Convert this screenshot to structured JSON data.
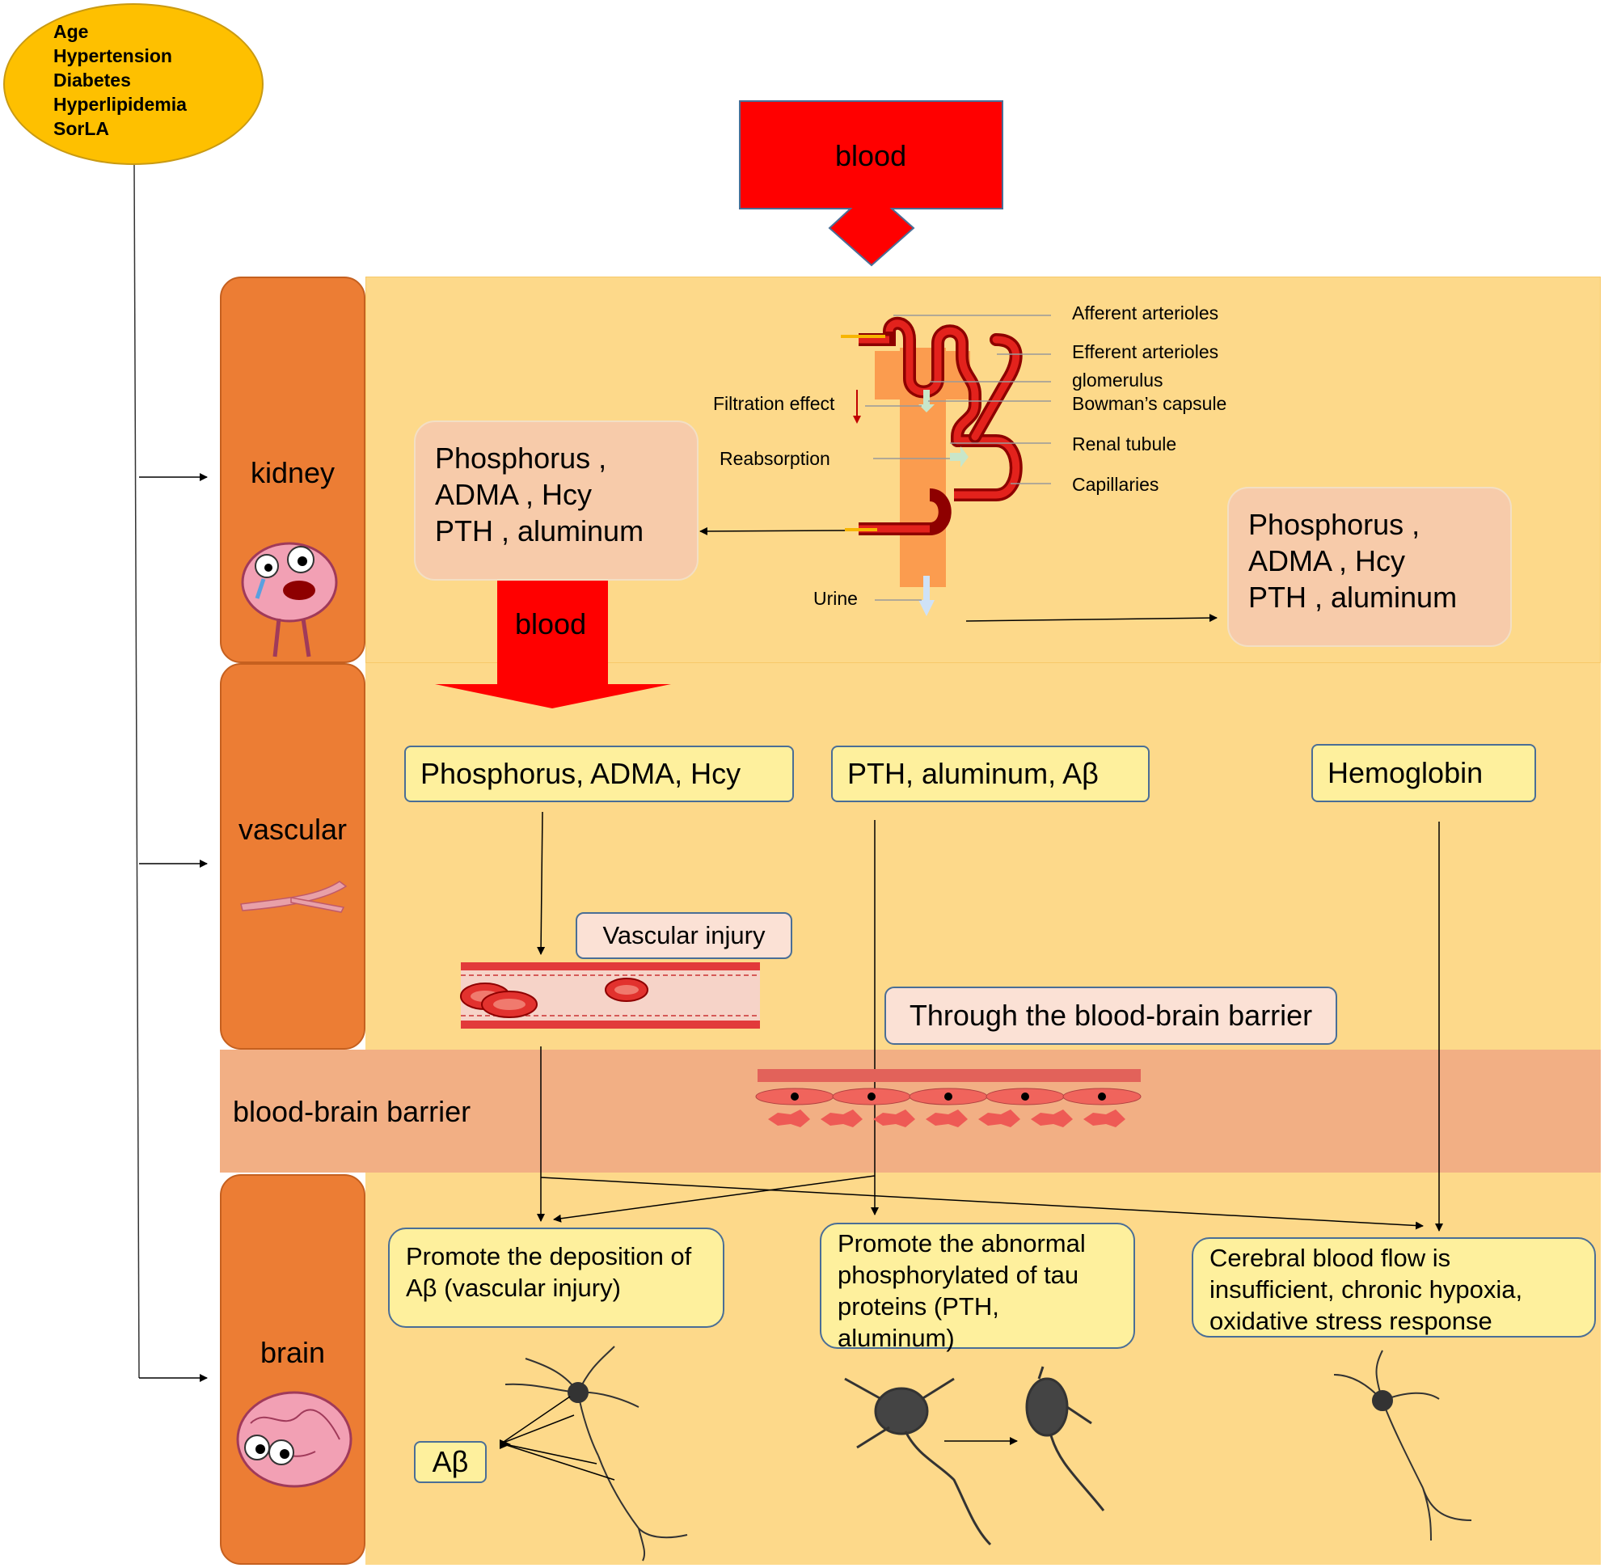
{
  "risk_factors": [
    "Age",
    "Hypertension",
    "Diabetes",
    "Hyperlipidemia",
    "SorLA"
  ],
  "top_blood": "blood",
  "sections": {
    "kidney": "kidney",
    "vascular": "vascular",
    "bbb": "blood-brain barrier",
    "brain": "brain"
  },
  "nephron_labels": {
    "afferent": "Afferent arterioles",
    "efferent": "Efferent arterioles",
    "glomerulus": "glomerulus",
    "bowman": "Bowman’s capsule",
    "tubule": "Renal tubule",
    "capillaries": "Capillaries",
    "filtration": "Filtration effect",
    "reabsorption": "Reabsorption",
    "urine": "Urine"
  },
  "kidney_left_box": [
    "Phosphorus ,",
    "ADMA , Hcy",
    "PTH , aluminum"
  ],
  "kidney_right_box": [
    "Phosphorus ,",
    "ADMA , Hcy",
    "PTH , aluminum"
  ],
  "mid_blood": "blood",
  "vascular_boxes": {
    "box1": "Phosphorus, ADMA, Hcy",
    "box2": "PTH, aluminum, Aβ",
    "box3": "Hemoglobin"
  },
  "vascular_injury": "Vascular injury",
  "through_bbb": "Through the blood-brain barrier",
  "brain_callouts": {
    "c1": "Promote the deposition of Aβ (vascular injury)",
    "c2": "Promote the abnormal phosphorylated of tau proteins (PTH, aluminum)",
    "c3": "Cerebral blood flow is insufficient, chronic hypoxia, oxidative stress response"
  },
  "abeta": "Aβ",
  "colors": {
    "panel": "#fdd98a",
    "side": "#ec7d34",
    "bbb_band": "#f2af84",
    "blood_red": "#ff0000",
    "risk_oval": "#fec000"
  }
}
